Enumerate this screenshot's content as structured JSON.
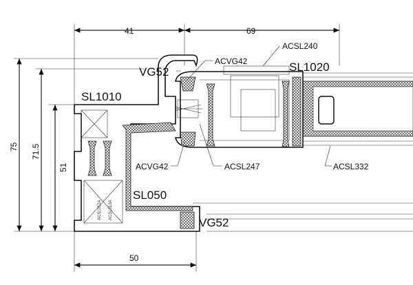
{
  "dimensions": {
    "top_left": "41",
    "top_right": "69",
    "bottom": "50",
    "left_outer": "75",
    "left_middle": "71.5",
    "left_inner": "51"
  },
  "labels": {
    "acsl240": "ACSL240",
    "acvg42_top": "ACVG42",
    "vg52_top": "VG52",
    "sl1020": "SL1020",
    "sl1010": "SL1010",
    "acvg42_bottom": "ACVG42",
    "acsl247": "ACSL247",
    "acsl332": "ACSL332",
    "sl050": "SL050",
    "vg52_bottom": "VG52",
    "acsl012a": "ACSL012A",
    "acsl013a": "ACSL013A"
  }
}
